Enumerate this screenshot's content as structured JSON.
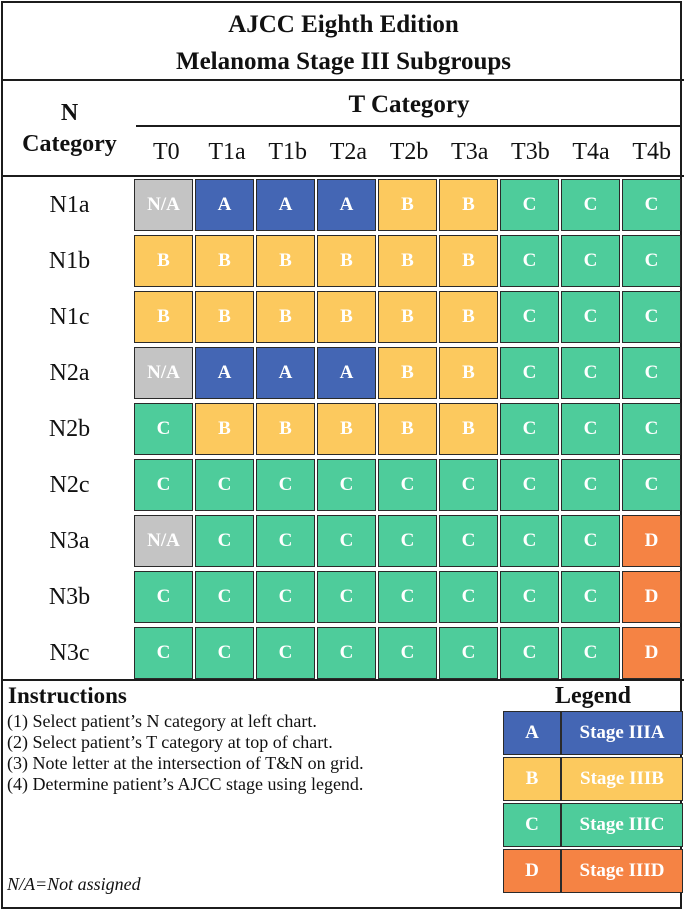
{
  "title": {
    "line1": "AJCC Eighth Edition",
    "line2": "Melanoma Stage III Subgroups"
  },
  "n_header": {
    "line1": "N",
    "line2": "Category"
  },
  "t_header": "T Category",
  "t_columns": [
    "T0",
    "T1a",
    "T1b",
    "T2a",
    "T2b",
    "T3a",
    "T3b",
    "T4a",
    "T4b"
  ],
  "rows": [
    {
      "n": "N1a",
      "cells": [
        "N/A",
        "A",
        "A",
        "A",
        "B",
        "B",
        "C",
        "C",
        "C"
      ]
    },
    {
      "n": "N1b",
      "cells": [
        "B",
        "B",
        "B",
        "B",
        "B",
        "B",
        "C",
        "C",
        "C"
      ]
    },
    {
      "n": "N1c",
      "cells": [
        "B",
        "B",
        "B",
        "B",
        "B",
        "B",
        "C",
        "C",
        "C"
      ]
    },
    {
      "n": "N2a",
      "cells": [
        "N/A",
        "A",
        "A",
        "A",
        "B",
        "B",
        "C",
        "C",
        "C"
      ]
    },
    {
      "n": "N2b",
      "cells": [
        "C",
        "B",
        "B",
        "B",
        "B",
        "B",
        "C",
        "C",
        "C"
      ]
    },
    {
      "n": "N2c",
      "cells": [
        "C",
        "C",
        "C",
        "C",
        "C",
        "C",
        "C",
        "C",
        "C"
      ]
    },
    {
      "n": "N3a",
      "cells": [
        "N/A",
        "C",
        "C",
        "C",
        "C",
        "C",
        "C",
        "C",
        "D"
      ]
    },
    {
      "n": "N3b",
      "cells": [
        "C",
        "C",
        "C",
        "C",
        "C",
        "C",
        "C",
        "C",
        "D"
      ]
    },
    {
      "n": "N3c",
      "cells": [
        "C",
        "C",
        "C",
        "C",
        "C",
        "C",
        "C",
        "C",
        "D"
      ]
    }
  ],
  "colors": {
    "N/A": "#c4c4c4",
    "A": "#4466b4",
    "B": "#fcc95e",
    "C": "#4ecc9b",
    "D": "#f58344"
  },
  "instructions": {
    "title": "Instructions",
    "items": [
      "(1) Select patient’s N category at left chart.",
      "(2) Select patient’s T category at top of chart.",
      "(3) Note letter at the intersection of T&N on grid.",
      "(4) Determine patient’s AJCC stage using legend."
    ],
    "note": "N/A=Not assigned"
  },
  "legend": {
    "title": "Legend",
    "items": [
      {
        "key": "A",
        "label": "Stage IIIA"
      },
      {
        "key": "B",
        "label": "Stage IIIB"
      },
      {
        "key": "C",
        "label": "Stage IIIC"
      },
      {
        "key": "D",
        "label": "Stage IIID"
      }
    ]
  }
}
